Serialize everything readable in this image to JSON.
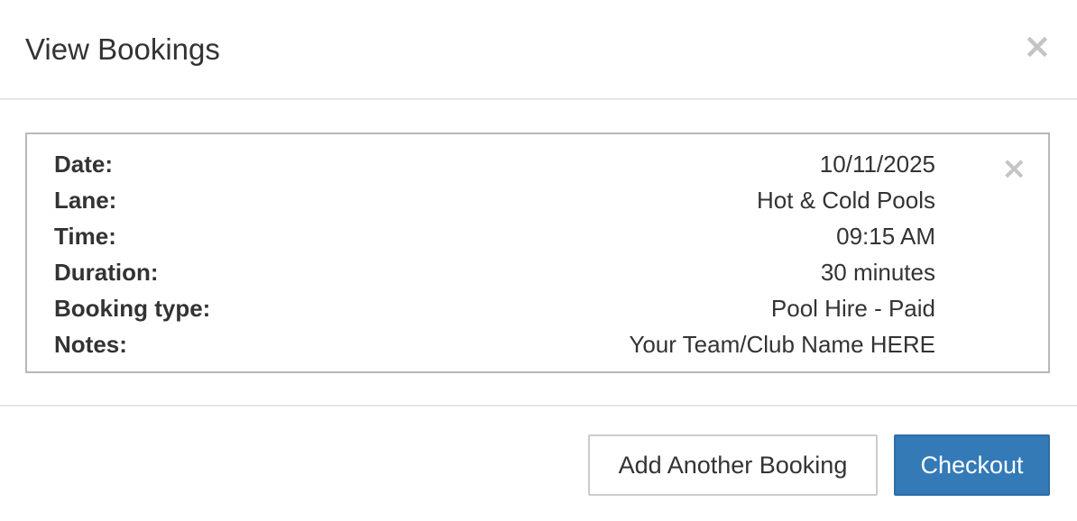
{
  "modal": {
    "title": "View Bookings",
    "close_glyph": "×"
  },
  "booking": {
    "close_glyph": "×",
    "rows": [
      {
        "label": "Date:",
        "value": "10/11/2025"
      },
      {
        "label": "Lane:",
        "value": "Hot & Cold Pools"
      },
      {
        "label": "Time:",
        "value": "09:15 AM"
      },
      {
        "label": "Duration:",
        "value": "30 minutes"
      },
      {
        "label": "Booking type:",
        "value": "Pool Hire - Paid"
      },
      {
        "label": "Notes:",
        "value": "Your Team/Club Name HERE"
      }
    ]
  },
  "footer": {
    "add_label": "Add Another Booking",
    "checkout_label": "Checkout"
  },
  "colors": {
    "primary": "#337ab7",
    "text": "#333333",
    "close": "#c4c4c4"
  },
  "icons": {
    "header_close": "close-icon",
    "card_close": "remove-booking-icon"
  }
}
